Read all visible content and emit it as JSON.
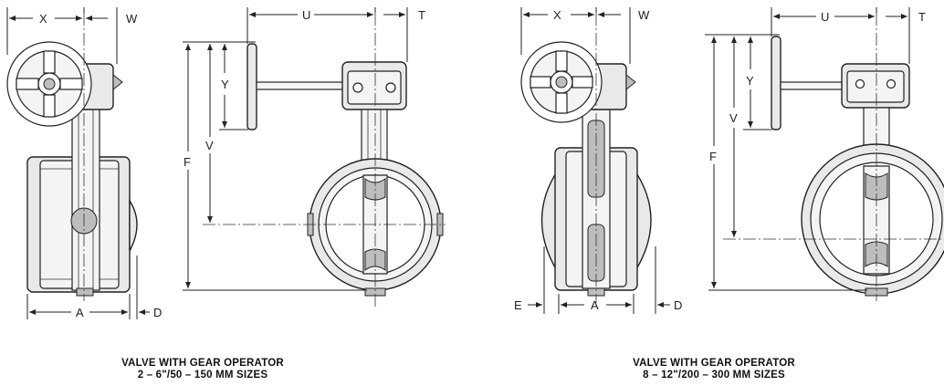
{
  "dimensions": {
    "x": "X",
    "w": "W",
    "u": "U",
    "t": "T",
    "y": "Y",
    "v": "V",
    "f": "F",
    "a": "A",
    "d": "D",
    "e": "E"
  },
  "captions": {
    "left_line1": "VALVE WITH GEAR OPERATOR",
    "left_line2": "2 – 6\"/50 – 150 MM SIZES",
    "right_line1": "VALVE WITH GEAR OPERATOR",
    "right_line2": "8 – 12\"/200 – 300 MM SIZES"
  }
}
